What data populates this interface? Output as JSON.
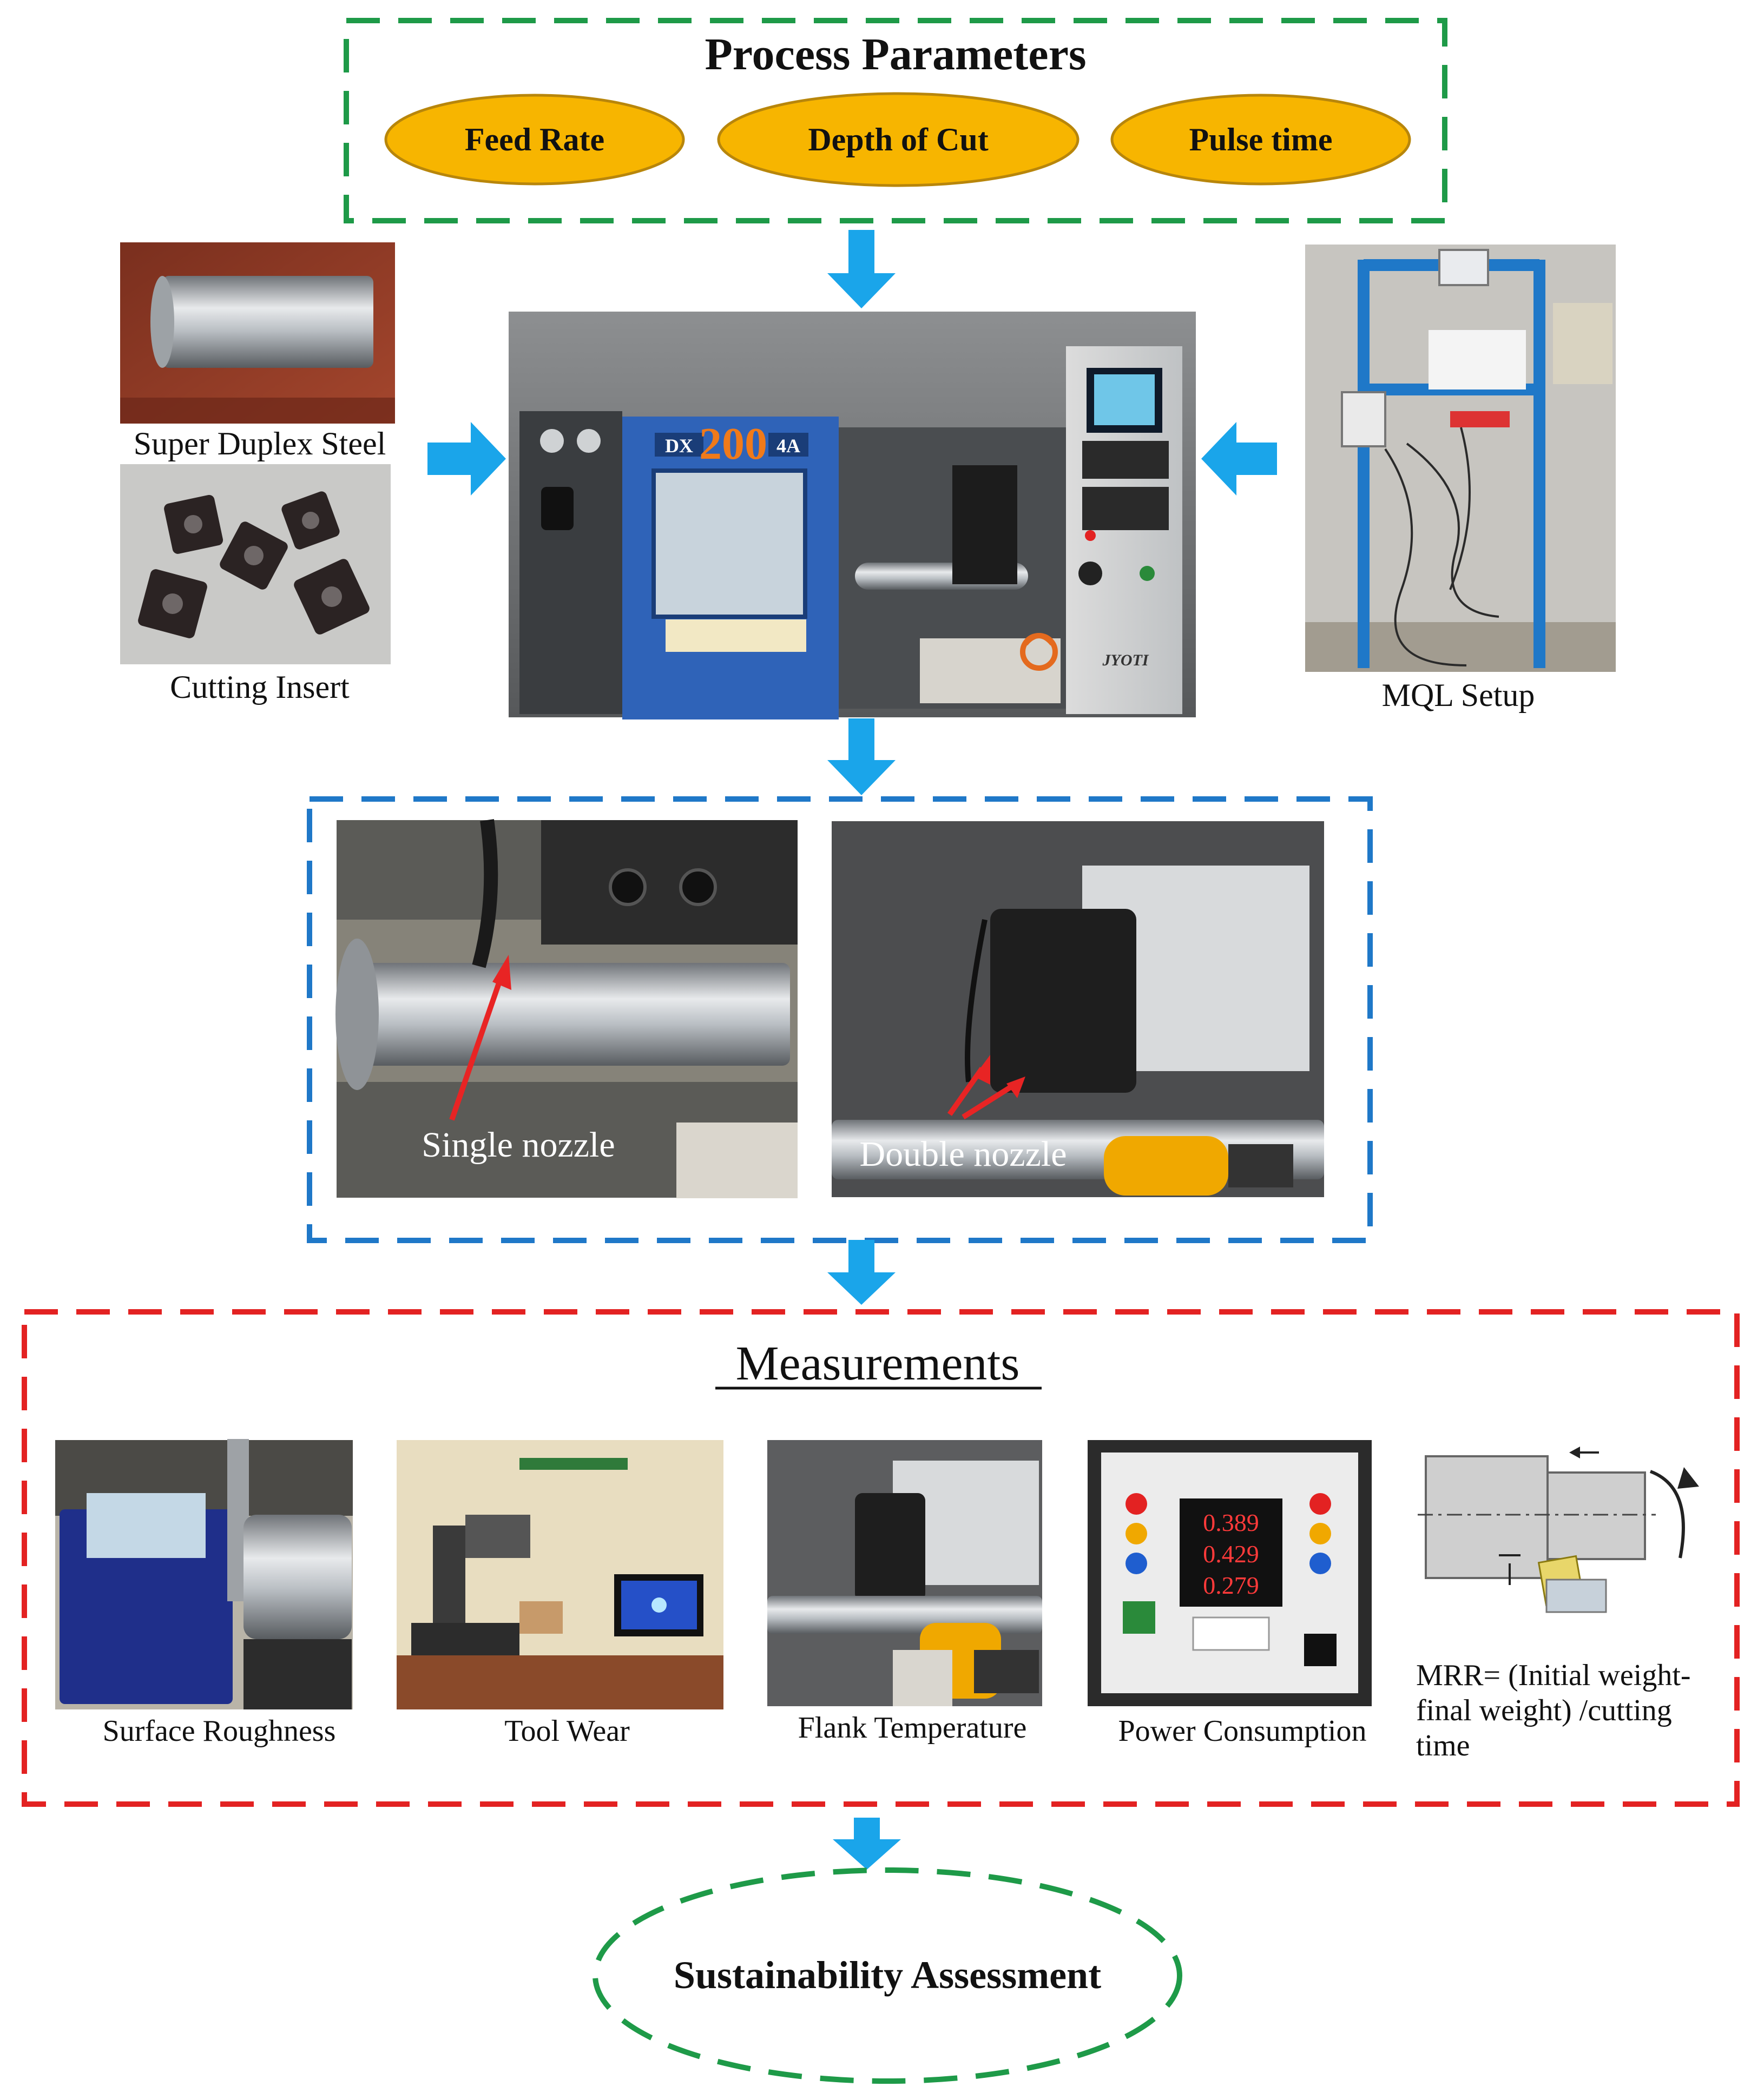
{
  "process_parameters": {
    "title": "Process Parameters",
    "params": [
      "Feed Rate",
      "Depth of Cut",
      "Pulse time"
    ]
  },
  "inputs": {
    "material_label": "Super Duplex Steel",
    "insert_label": "Cutting Insert",
    "mql_label": "MQL Setup",
    "machine_brand_text": "DX 200 4A",
    "machine_maker_text": "JYOTI"
  },
  "nozzles": {
    "single_label": "Single nozzle",
    "double_label": "Double nozzle"
  },
  "measurements": {
    "title": "Measurements",
    "items": [
      "Surface Roughness",
      "Tool Wear",
      "Flank Temperature",
      "Power Consumption"
    ],
    "power_readings": [
      "0.389",
      "0.429",
      "0.279"
    ],
    "mrr_formula": [
      "MRR= (Initial weight-",
      "final weight) /cutting",
      "time"
    ]
  },
  "assessment": {
    "label": "Sustainability Assessment"
  },
  "colors": {
    "green_dash": "#1e9a48",
    "blue_dash": "#1f78c8",
    "red_dash": "#e32222",
    "arrow_blue": "#1aa5ea",
    "ellipse_fill": "#f7b500",
    "ellipse_stroke": "#b8860b"
  }
}
